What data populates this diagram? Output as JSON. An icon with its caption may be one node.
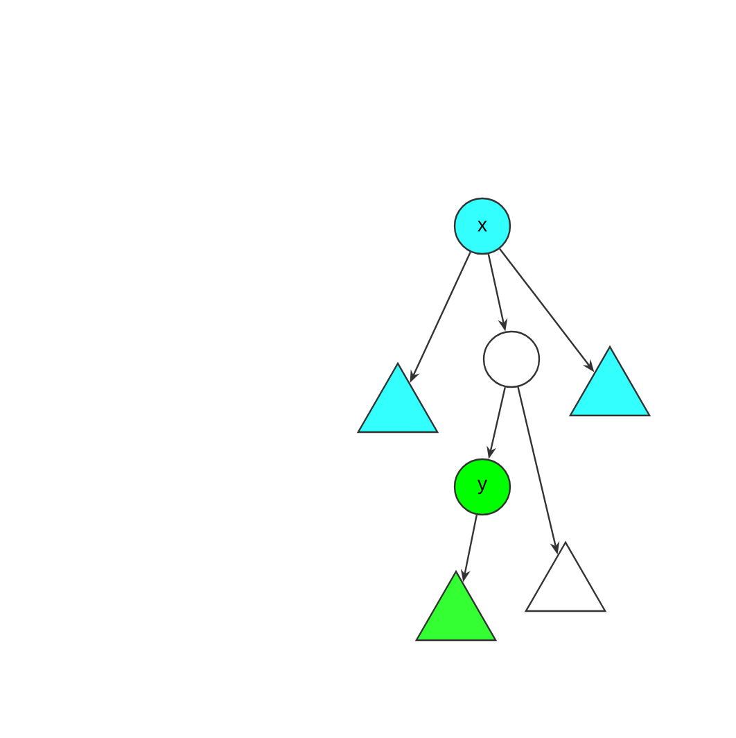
{
  "diagram": {
    "nodes": [
      {
        "text": [
          "x"
        ]
      },
      {
        "text": [],
        "shape": "triangle"
      },
      {
        "text": [],
        "shape": "circle"
      },
      {
        "text": [],
        "shape": "triangle"
      },
      {
        "text": [
          "y"
        ]
      },
      {
        "text": [],
        "shape": "triangle"
      },
      {
        "text": [],
        "shape": "triangle"
      }
    ],
    "edges": [
      {
        "from": 0,
        "to": 1,
        "arrow": "to"
      },
      {
        "from": 0,
        "to": 2,
        "arrow": "to"
      },
      {
        "from": 0,
        "to": 3,
        "arrow": "to"
      },
      {
        "from": 2,
        "to": 4,
        "arrow": "to"
      },
      {
        "from": 2,
        "to": 6,
        "arrow": "to"
      },
      {
        "from": 4,
        "to": 5,
        "arrow": "to"
      }
    ]
  }
}
